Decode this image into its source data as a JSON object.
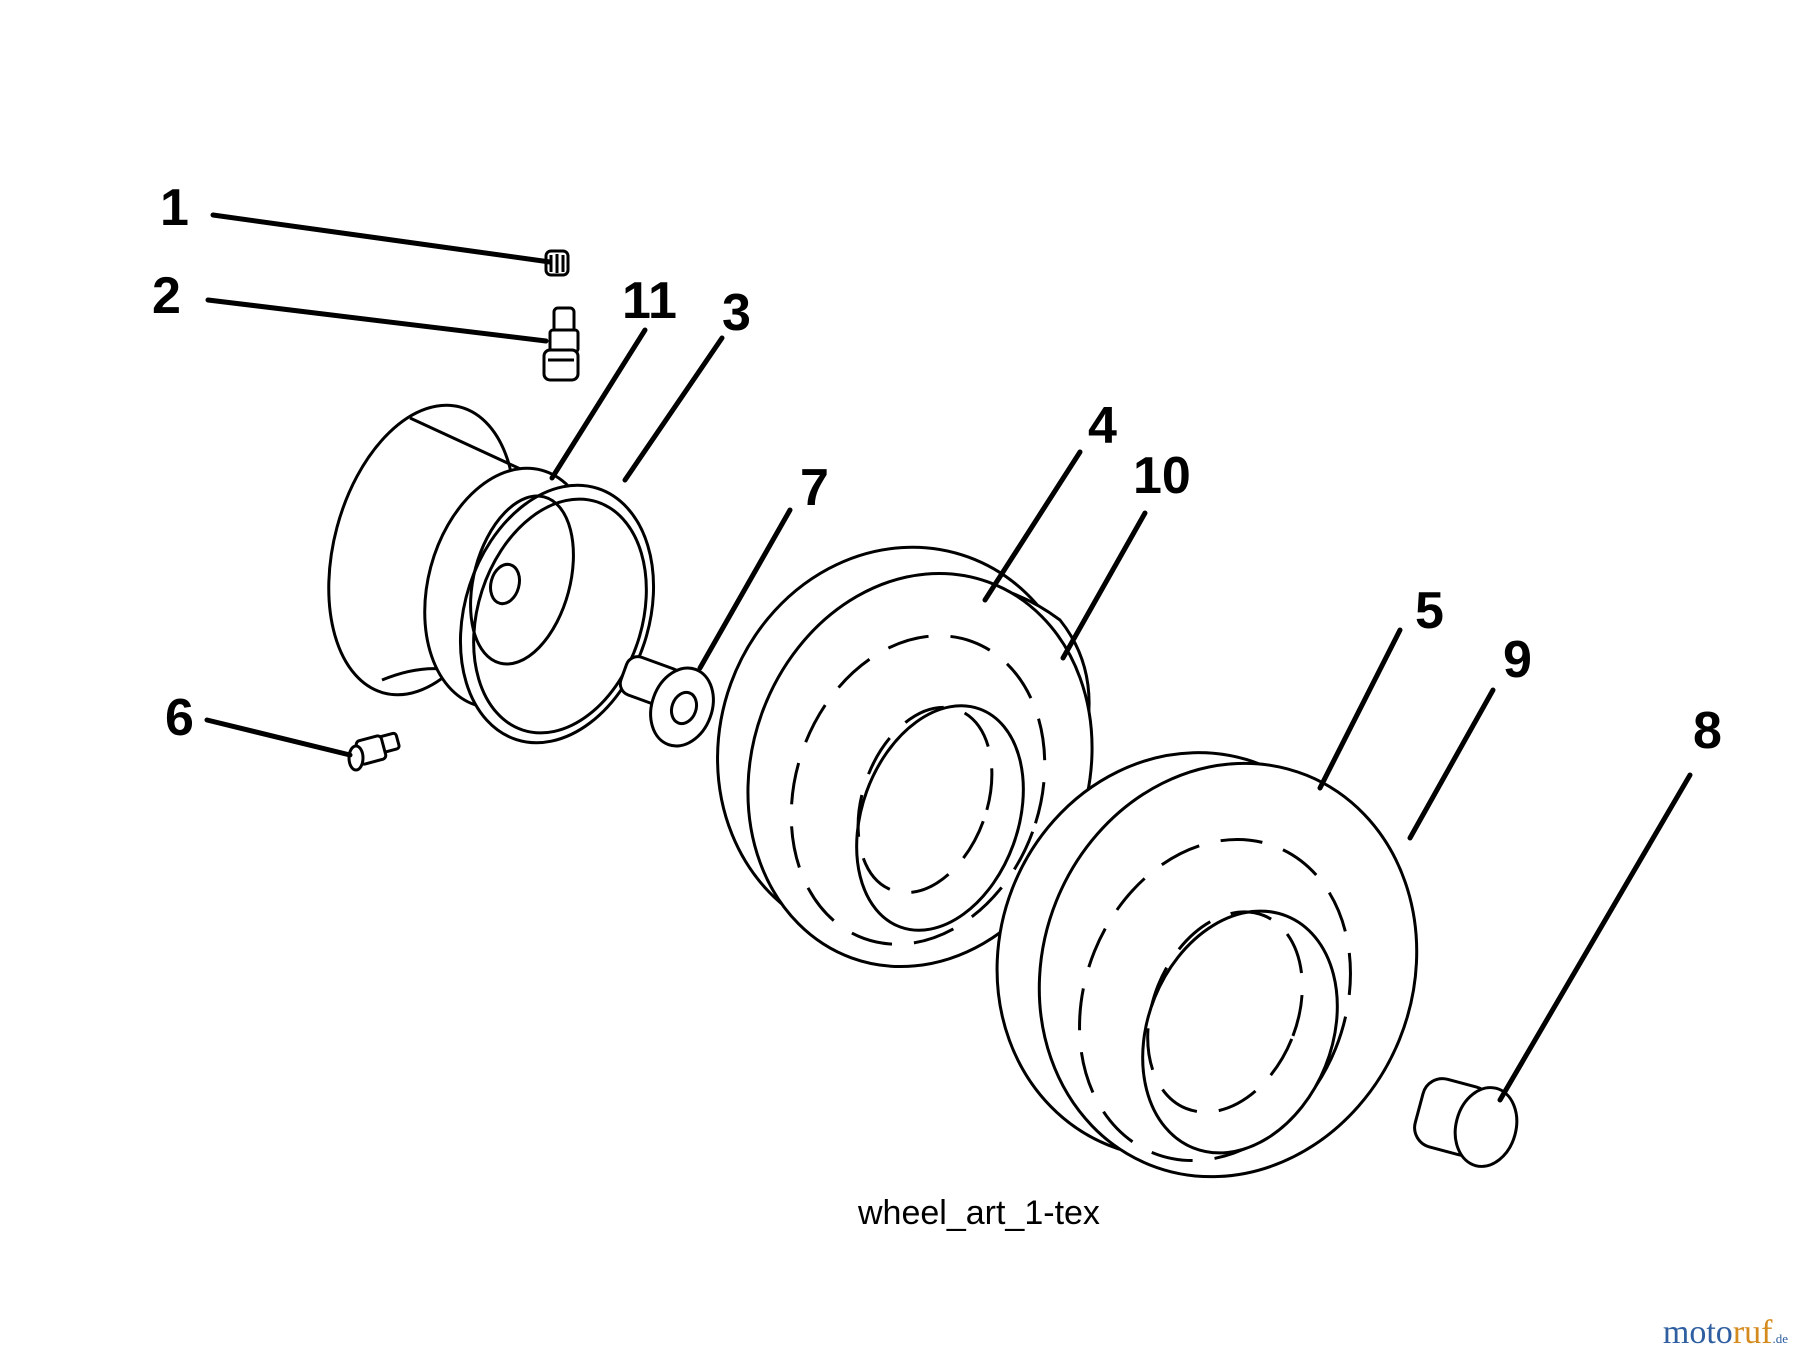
{
  "diagram": {
    "caption": "wheel_art_1-tex",
    "callouts": [
      "1",
      "2",
      "3",
      "4",
      "5",
      "6",
      "7",
      "8",
      "9",
      "10",
      "11"
    ]
  },
  "watermark": {
    "part1": "moto",
    "part2": "ruf",
    "suffix": ".de",
    "colors": {
      "primary": "#2f5fa0",
      "accent": "#d48a1c"
    }
  }
}
